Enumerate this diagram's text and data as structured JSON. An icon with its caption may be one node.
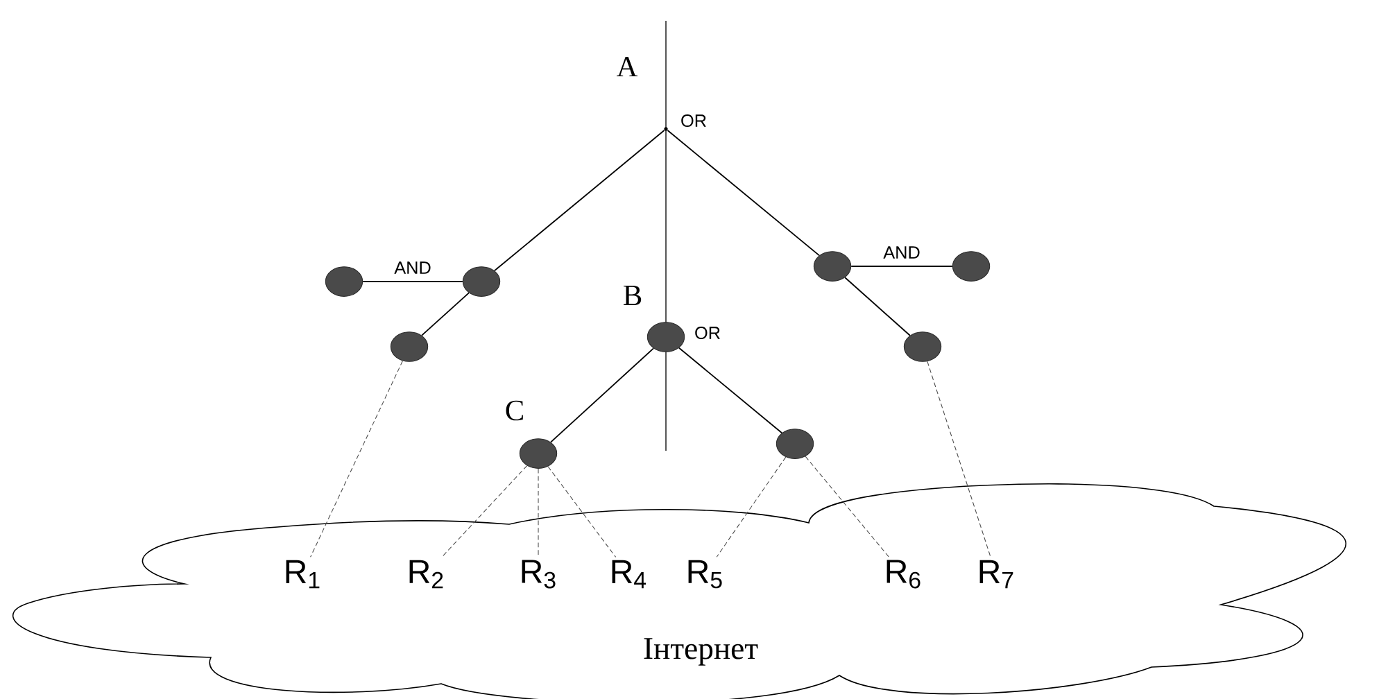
{
  "diagram": {
    "nodes": [
      {
        "text": [
          "Інтернет"
        ]
      },
      {
        "text": [
          "R$_{1}$"
        ],
        "in": 0
      },
      {
        "text": [
          "R$_{2}$"
        ],
        "in": 0
      },
      {
        "text": [
          "R$_{3}$"
        ],
        "in": 0
      },
      {
        "text": [
          "R$_{4}$"
        ],
        "in": 0
      },
      {
        "text": [
          "R$_{5}$"
        ],
        "in": 0
      },
      {
        "text": [
          "R$_{6}$"
        ],
        "in": 0
      },
      {
        "text": [
          "R$_{7}$"
        ],
        "in": 0
      },
      {
        "text": [],
        "shape": "point",
        "beside": [
          "A",
          "OR"
        ]
      },
      {
        "text": [],
        "shape": "circle"
      },
      {
        "text": [],
        "shape": "circle"
      },
      {
        "text": [],
        "shape": "circle"
      },
      {
        "text": [],
        "shape": "circle"
      },
      {
        "text": [],
        "shape": "circle",
        "beside": [
          "B",
          "OR"
        ]
      },
      {
        "text": [],
        "shape": "circle"
      },
      {
        "text": [],
        "shape": "circle"
      },
      {
        "text": [],
        "shape": "circle"
      },
      {
        "text": [],
        "shape": "circle",
        "beside": [
          "C"
        ]
      }
    ],
    "edges": [
      {
        "from": 8,
        "to": 10,
        "arrow": "none"
      },
      {
        "from": 8,
        "to": 11,
        "arrow": "none"
      },
      {
        "from": 9,
        "to": 10,
        "arrow": "none",
        "label": "AND"
      },
      {
        "from": 10,
        "to": 14,
        "arrow": "none"
      },
      {
        "from": 11,
        "to": 12,
        "arrow": "none",
        "label": "AND"
      },
      {
        "from": 11,
        "to": 15,
        "arrow": "none"
      },
      {
        "from": 13,
        "to": 17,
        "arrow": "none"
      },
      {
        "from": 13,
        "to": 16,
        "arrow": "none"
      },
      {
        "from": 14,
        "to": 1,
        "arrow": "none",
        "style": "dashed"
      },
      {
        "from": 17,
        "to": 2,
        "arrow": "none",
        "style": "dashed"
      },
      {
        "from": 17,
        "to": 3,
        "arrow": "none",
        "style": "dashed"
      },
      {
        "from": 17,
        "to": 4,
        "arrow": "none",
        "style": "dashed"
      },
      {
        "from": 16,
        "to": 5,
        "arrow": "none",
        "style": "dashed"
      },
      {
        "from": 16,
        "to": 6,
        "arrow": "none",
        "style": "dashed"
      },
      {
        "from": 15,
        "to": 7,
        "arrow": "none",
        "style": "dashed"
      }
    ]
  }
}
